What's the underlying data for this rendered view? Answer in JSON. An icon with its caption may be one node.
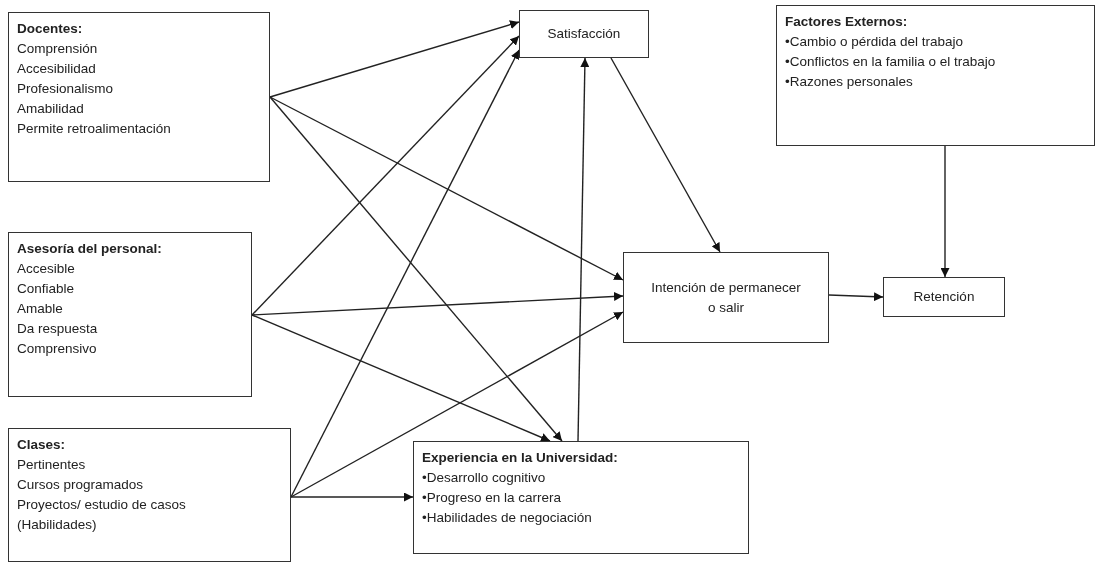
{
  "diagram": {
    "nodes": [
      {
        "text": [
          "Docentes:",
          "Comprensión",
          "Accesibilidad",
          "Profesionalismo",
          "Amabilidad",
          "Permite retroalimentación"
        ]
      },
      {
        "text": [
          "Satisfacción"
        ]
      },
      {
        "text": [
          "Factores Externos:",
          "•Cambio o pérdida del trabajo",
          "•Conflictos en la familia o el trabajo",
          "•Razones personales"
        ]
      },
      {
        "text": [
          "Asesoría del personal:",
          "Accesible",
          "Confiable",
          "Amable",
          "Da respuesta",
          "Comprensivo"
        ]
      },
      {
        "text": [
          "Intención de permanecer o salir"
        ]
      },
      {
        "text": [
          "Retención"
        ]
      },
      {
        "text": [
          "Clases:",
          "Pertinentes",
          "Cursos programados",
          "Proyectos/ estudio de casos",
          "(Habilidades)"
        ]
      },
      {
        "text": [
          "Experiencia en la Universidad:",
          "•Desarrollo cognitivo",
          "•Progreso en la carrera",
          "•Habilidades de negociación"
        ]
      }
    ],
    "edges": [
      {
        "from": 0,
        "to": 1,
        "arrow": "to"
      },
      {
        "from": 0,
        "to": 4,
        "arrow": "to"
      },
      {
        "from": 0,
        "to": 7,
        "arrow": "to"
      },
      {
        "from": 3,
        "to": 1,
        "arrow": "to"
      },
      {
        "from": 3,
        "to": 4,
        "arrow": "to"
      },
      {
        "from": 3,
        "to": 7,
        "arrow": "to"
      },
      {
        "from": 6,
        "to": 1,
        "arrow": "to"
      },
      {
        "from": 6,
        "to": 4,
        "arrow": "to"
      },
      {
        "from": 6,
        "to": 7,
        "arrow": "to"
      },
      {
        "from": 7,
        "to": 1,
        "arrow": "to"
      },
      {
        "from": 1,
        "to": 4,
        "arrow": "to"
      },
      {
        "from": 2,
        "to": 5,
        "arrow": "to"
      },
      {
        "from": 4,
        "to": 5,
        "arrow": "to"
      }
    ]
  }
}
